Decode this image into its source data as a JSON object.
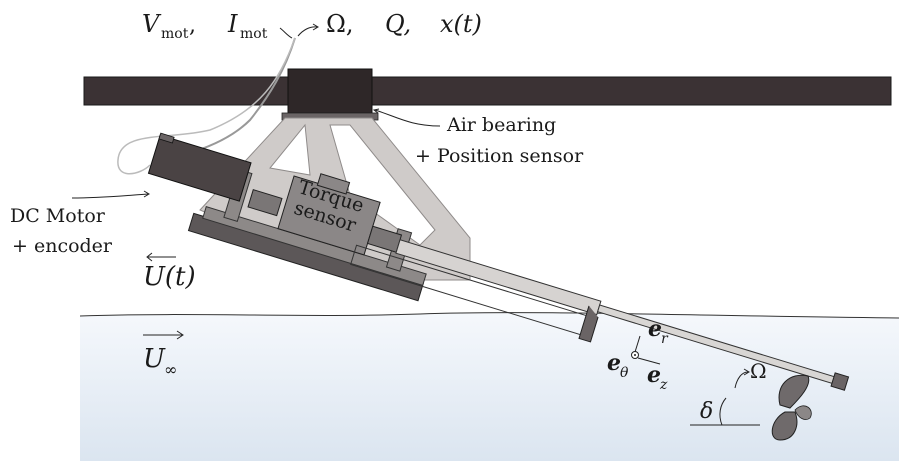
{
  "header": {
    "v_mot": "V",
    "v_mot_sub": "mot",
    "i_mot": "I",
    "i_mot_sub": "mot",
    "omega": "Ω,",
    "q": "Q,",
    "x_t": "x(t)",
    "comma": ","
  },
  "labels": {
    "air_bearing_line1": "Air bearing",
    "air_bearing_line2": "+ Position sensor",
    "dc_motor_line1": "DC Motor",
    "dc_motor_line2": "+ encoder",
    "torque_line1": "Torque",
    "torque_line2": "sensor",
    "u_t": "U(t)",
    "u_inf": "U",
    "u_inf_sub": "∞",
    "e_r": "e",
    "e_r_sub": "r",
    "e_theta": "e",
    "e_theta_sub": "θ",
    "e_z": "e",
    "e_z_sub": "z",
    "omega_prop": "Ω",
    "delta": "δ"
  },
  "colors": {
    "rail": "#3b3234",
    "water_top": "#f4f7fb",
    "water_bottom": "#dfe8f2",
    "frame_light": "#c9c5c3",
    "frame_mid": "#8a8684",
    "frame_dark": "#5a5657",
    "motor": "#4a4344"
  }
}
